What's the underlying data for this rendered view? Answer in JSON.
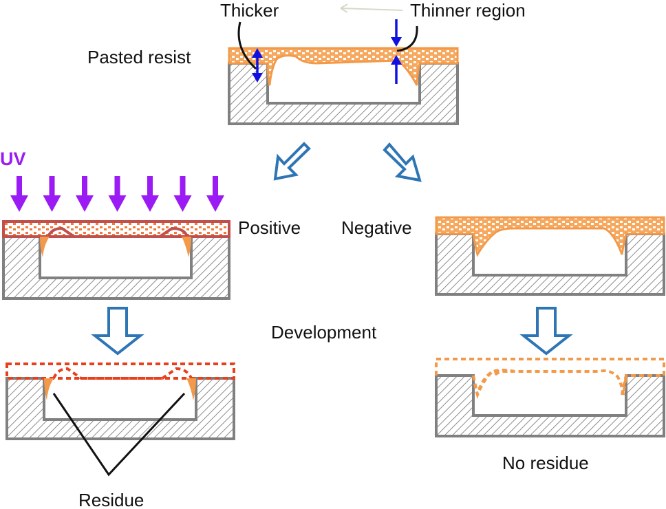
{
  "labels": {
    "thicker": "Thicker",
    "thinner_region": "Thinner region",
    "pasted_resist": "Pasted resist",
    "uv": "UV",
    "positive": "Positive",
    "negative": "Negative",
    "development": "Development",
    "residue": "Residue",
    "no_residue": "No residue"
  },
  "colors": {
    "substrate": "#808080",
    "resist": "#f39a4a",
    "exposed_resist": "#e8401c",
    "exposed_outline": "#c0504d",
    "uv_arrow": "#9b1bf5",
    "flow_arrow": "#2e75b6",
    "thickness_arrow": "#1010e0"
  },
  "uv_arrow_count": 7
}
